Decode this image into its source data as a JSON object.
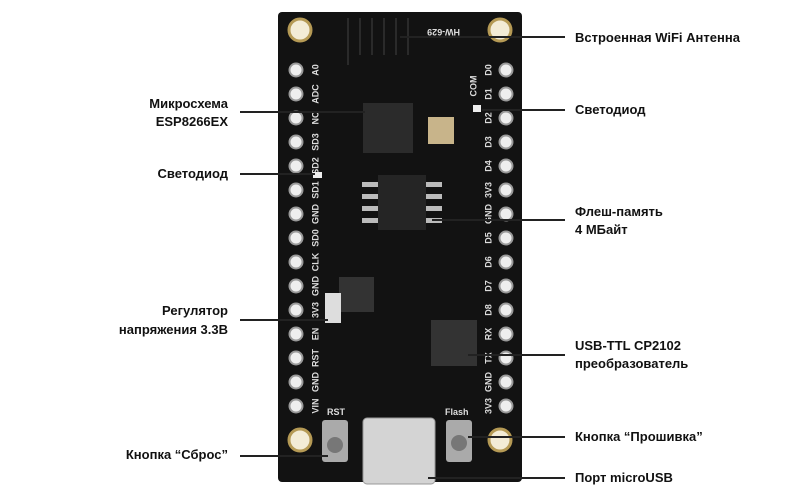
{
  "board": {
    "silkscreen": "HW-629",
    "left_pins": [
      "A0",
      "ADC",
      "NC",
      "SD3",
      "SD2",
      "SD1",
      "GND",
      "SD0",
      "CLK",
      "GND",
      "3V3",
      "EN",
      "RST",
      "GND",
      "VIN"
    ],
    "right_pins": [
      "D0",
      "D1",
      "D2",
      "D3",
      "D4",
      "3V3",
      "GND",
      "D5",
      "D6",
      "D7",
      "D8",
      "RX",
      "TX",
      "GND",
      "3V3"
    ],
    "button_rst": "RST",
    "button_flash": "Flash",
    "com": "COM"
  },
  "callouts": {
    "wifi": "Встроенная WiFi Антенна",
    "esp_1": "Микросхема",
    "esp_2": "ESP8266EX",
    "led_left": "Светодиод",
    "led_right": "Светодиод",
    "flash_1": "Флеш-память",
    "flash_2": "4 МБайт",
    "reg_1": "Регулятор",
    "reg_2": "напряжения 3.3В",
    "usb_ttl_1": "USB-TTL CP2102",
    "usb_ttl_2": "преобразователь",
    "reset_btn": "Кнопка “Сброс”",
    "flash_btn": "Кнопка “Прошивка”",
    "usb": "Порт microUSB"
  }
}
